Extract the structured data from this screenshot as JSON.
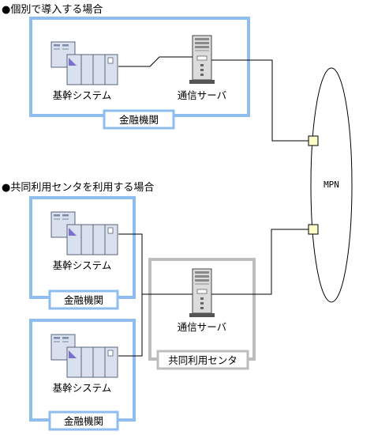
{
  "section_individual": {
    "heading": "●個別で導入する場合"
  },
  "section_shared": {
    "heading": "●共同利用センタを利用する場合"
  },
  "labels": {
    "core_system": "基幹システム",
    "comm_server": "通信サーバ",
    "financial_institution": "金融機関",
    "shared_center": "共同利用センタ",
    "network": "MPN"
  },
  "colors": {
    "institution_border": "#8fbdf0",
    "center_border": "#bdbdbd",
    "connector_fill": "#ffffcc",
    "mainframe_fill": "#d9e1ee",
    "server_fill": "#dcdcdc",
    "line": "#000000"
  }
}
